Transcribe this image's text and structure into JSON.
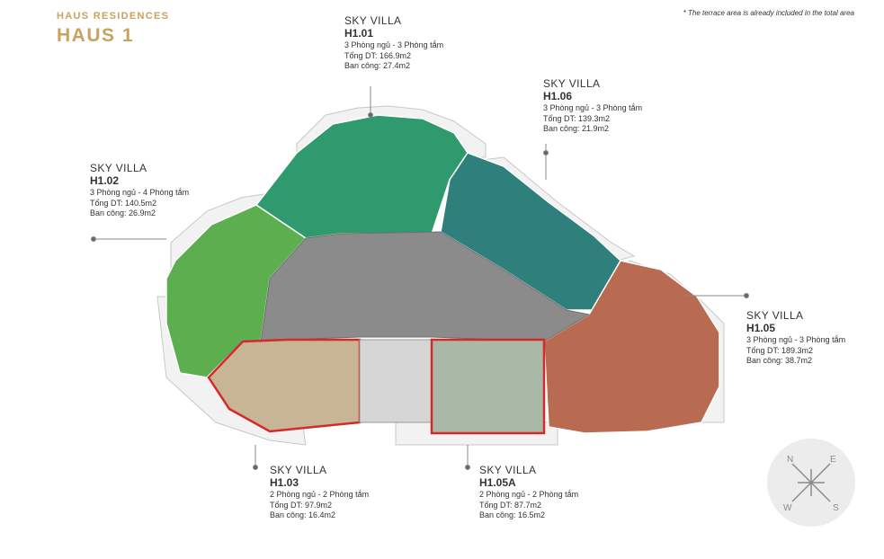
{
  "header": {
    "project": "HAUS RESIDENCES",
    "building": "HAUS 1",
    "note": "* The terrace area is already included in the total area"
  },
  "units": [
    {
      "id": "h101",
      "type": "SKY VILLA",
      "code": "H1.01",
      "rooms": "3 Phòng ngủ - 3 Phòng tắm",
      "total": "Tổng DT: 166.9m2",
      "balcony": "Ban công: 27.4m2"
    },
    {
      "id": "h106",
      "type": "SKY VILLA",
      "code": "H1.06",
      "rooms": "3 Phòng ngủ - 3 Phòng tắm",
      "total": "Tổng DT: 139.3m2",
      "balcony": "Ban công: 21.9m2"
    },
    {
      "id": "h102",
      "type": "SKY VILLA",
      "code": "H1.02",
      "rooms": "3 Phòng ngủ - 4 Phòng tắm",
      "total": "Tổng DT: 140.5m2",
      "balcony": "Ban công: 26.9m2"
    },
    {
      "id": "h105",
      "type": "SKY VILLA",
      "code": "H1.05",
      "rooms": "3 Phòng ngủ - 3 Phòng tắm",
      "total": "Tổng DT: 189.3m2",
      "balcony": "Ban công: 38.7m2"
    },
    {
      "id": "h103",
      "type": "SKY VILLA",
      "code": "H1.03",
      "rooms": "2 Phòng ngủ - 2 Phòng tắm",
      "total": "Tổng DT: 97.9m2",
      "balcony": "Ban công: 16.4m2"
    },
    {
      "id": "h105a",
      "type": "SKY VILLA",
      "code": "H1.05A",
      "rooms": "2 Phòng ngủ - 2 Phòng tắm",
      "total": "Tổng DT: 87.7m2",
      "balcony": "Ban công: 16.5m2"
    }
  ],
  "compass": {
    "n": "N",
    "e": "E",
    "s": "S",
    "w": "W"
  },
  "colors": {
    "gold": "#c9a25e",
    "h101": "#2f9a6e",
    "h102": "#5cae4e",
    "h106": "#2f7f7c",
    "h105": "#b86b50",
    "h103": "#c7b596",
    "h105a": "#aab9a7",
    "core": "#8b8b8b",
    "highlight": "#d62a2a"
  }
}
